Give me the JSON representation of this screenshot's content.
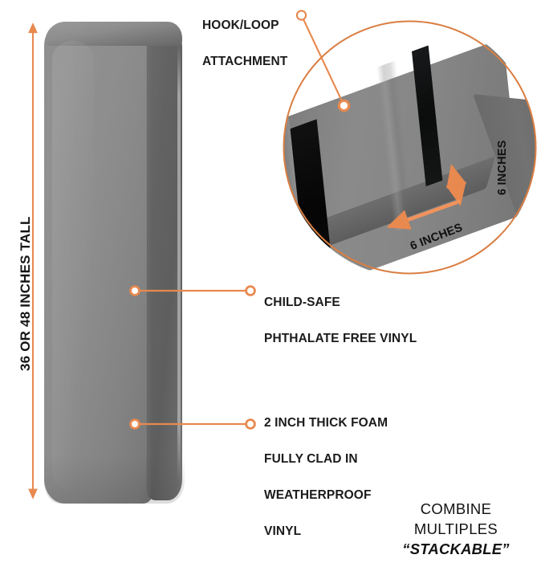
{
  "theme": {
    "accent": "#E8894F",
    "accent_dark": "#D4763B",
    "text": "#1b1b1b",
    "pad_light": "#8d8d8d",
    "pad_dark": "#636363",
    "velcro": "#0a0a0a",
    "background": "#ffffff"
  },
  "height_label": "36 OR 48 INCHES TALL",
  "callouts": [
    {
      "id": "hook-loop",
      "text": "HOOK/LOOP\nATTACHMENT",
      "line1": "HOOK/LOOP",
      "line2": "ATTACHMENT"
    },
    {
      "id": "child-safe",
      "text": "CHILD-SAFE\nPHTHALATE FREE VINYL",
      "line1": "CHILD-SAFE",
      "line2": "PHTHALATE FREE VINYL"
    },
    {
      "id": "foam",
      "text": "2 INCH THICK FOAM\nFULLY CLAD IN\nWEATHERPROOF\nVINYL",
      "line1": "2 INCH THICK FOAM",
      "line2": "FULLY CLAD IN",
      "line3": "WEATHERPROOF",
      "line4": "VINYL"
    }
  ],
  "inset": {
    "dimension_width": "6 INCHES",
    "dimension_depth": "6 INCHES"
  },
  "stackable": {
    "line1": "COMBINE",
    "line2": "MULTIPLES",
    "line3": "“STACKABLE”"
  }
}
